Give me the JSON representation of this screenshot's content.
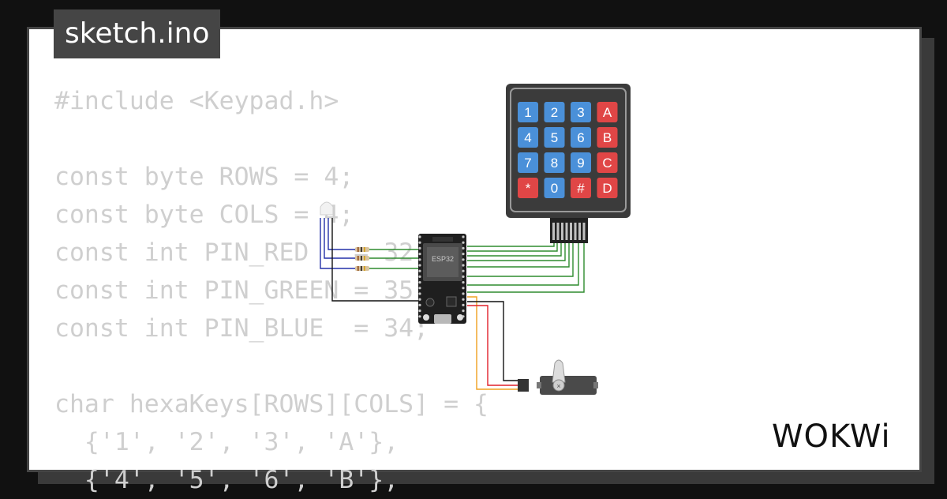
{
  "tab": {
    "title": "sketch.ino"
  },
  "code": {
    "lines": [
      "#include <Keypad.h>",
      "",
      "const byte ROWS = 4;",
      "const byte COLS = 4;",
      "const int PIN_RED   = 32;",
      "const int PIN_GREEN = 35;",
      "const int PIN_BLUE  = 34;",
      "",
      "char hexaKeys[ROWS][COLS] = {",
      "  {'1', '2', '3', 'A'},",
      "  {'4', '5', '6', 'B'},"
    ]
  },
  "keypad": {
    "keys": [
      "1",
      "2",
      "3",
      "A",
      "4",
      "5",
      "6",
      "B",
      "7",
      "8",
      "9",
      "C",
      "*",
      "0",
      "#",
      "D"
    ]
  },
  "esp32": {
    "label": "ESP32"
  },
  "logo": {
    "text": "WOKWi"
  },
  "colors": {
    "background": "#111111",
    "card": "#ffffff",
    "tab": "#454545",
    "code_text": "#cfcfcf",
    "key_blue": "#4a90d9",
    "key_red": "#e04646",
    "wire_green": "#2e8b2e",
    "wire_blue": "#2330a8",
    "wire_black": "#111111",
    "wire_red": "#e0202a",
    "wire_orange": "#f0a020"
  }
}
